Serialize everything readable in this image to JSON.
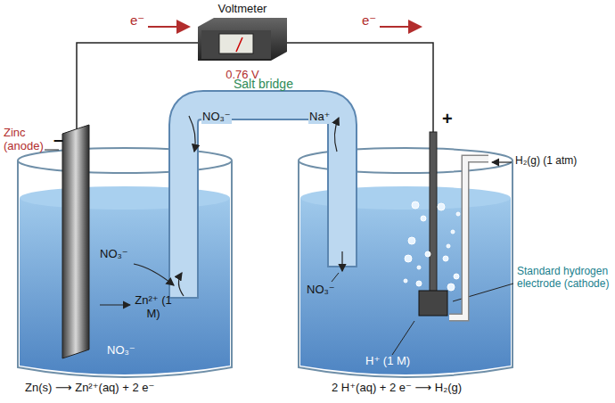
{
  "diagram": {
    "nodes": [
      {
        "text": [
          "Voltmeter",
          "0.76 V"
        ]
      }
    ],
    "labels": [
      "e⁻",
      "e⁻",
      "–",
      "+",
      "Salt bridge",
      "NO₃⁻",
      "Na⁺",
      "Zinc (anode)",
      "NO₃⁻",
      "Zn²⁺ (1 M)",
      "NO₃⁻",
      "NO₃⁻",
      "H⁺ (1 M)",
      "H₂(g) (1 atm)",
      "Standard hydrogen electrode (cathode)",
      "Zn(s) ⟶ Zn²⁺(aq) + 2 e⁻",
      "2 H⁺(aq) + 2 e⁻ ⟶ H₂(g)"
    ]
  }
}
